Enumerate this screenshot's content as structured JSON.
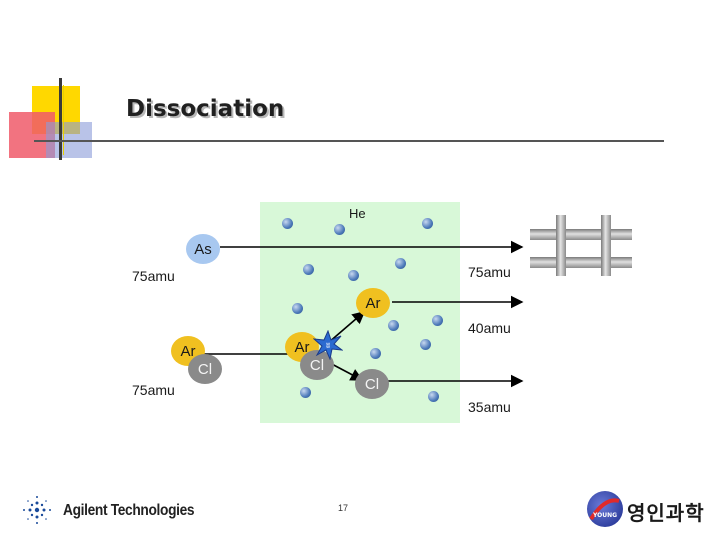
{
  "slide": {
    "title": "Dissociation",
    "page_number": "17"
  },
  "cell": {
    "gas_label": "He"
  },
  "atoms": {
    "as": "As",
    "ar_middle": "Ar",
    "ar_left": "Ar",
    "cl_left": "Cl",
    "ar_collide": "Ar",
    "cl_collide": "Cl",
    "cl_product": "Cl"
  },
  "labels": {
    "mass_as_in": "75amu",
    "mass_as_out": "75amu",
    "mass_arcl_in": "75amu",
    "mass_ar_out": "40amu",
    "mass_cl_out": "35amu"
  },
  "logos": {
    "agilent": "Agilent Technologies",
    "young_lin": "영인과학",
    "young_mark": "YOUNG"
  },
  "colors": {
    "cell_background": "#d8f8d8",
    "as_atom": "#a8c8f0",
    "ar_atom": "#f0c020",
    "cl_atom": "#8a8a8a",
    "collision_star": "#2a6ad0",
    "title_deco_yellow": "#ffd800",
    "title_deco_red": "#f05a6a"
  },
  "icons": {
    "agilent": "agilent-spark-icon",
    "collision": "collision-star-icon",
    "detector": "grid-detector-icon"
  }
}
